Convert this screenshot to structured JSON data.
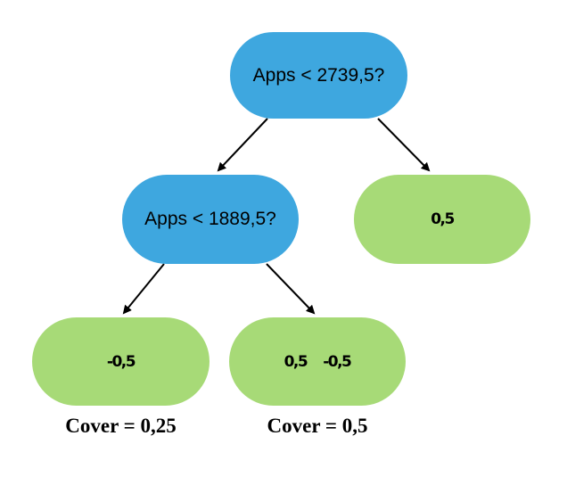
{
  "tree": {
    "root": {
      "label": "Apps < 2739,5?",
      "color": "#3ea7df"
    },
    "left": {
      "label": "Apps < 1889,5?",
      "color": "#3ea7df"
    },
    "right_leaf": {
      "value": "0,5",
      "color": "#a7da77"
    },
    "left_left_leaf": {
      "value": "-0,5",
      "color": "#a7da77",
      "cover": "Cover = 0,25"
    },
    "left_right_leaf": {
      "value_a": "0,5",
      "value_b": "-0,5",
      "color": "#a7da77",
      "cover": "Cover = 0,5"
    }
  }
}
